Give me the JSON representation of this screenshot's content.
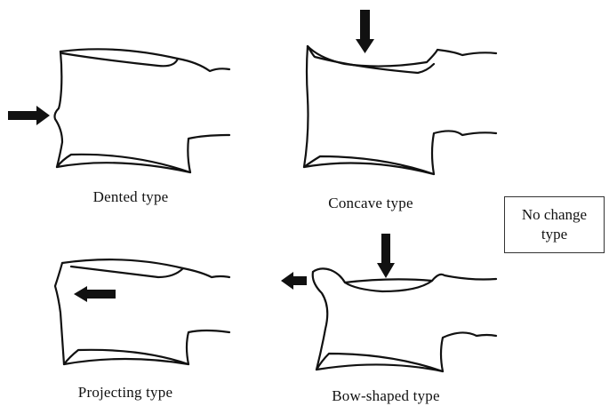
{
  "panels": {
    "dented": {
      "caption": "Dented type"
    },
    "concave": {
      "caption": "Concave type"
    },
    "projecting": {
      "caption": "Projecting  type"
    },
    "bow_shaped": {
      "caption": "Bow-shaped type"
    }
  },
  "no_change": {
    "line1": "No change",
    "line2": "type"
  },
  "colors": {
    "ink": "#111111",
    "background": "#ffffff",
    "box_border": "#333333"
  }
}
